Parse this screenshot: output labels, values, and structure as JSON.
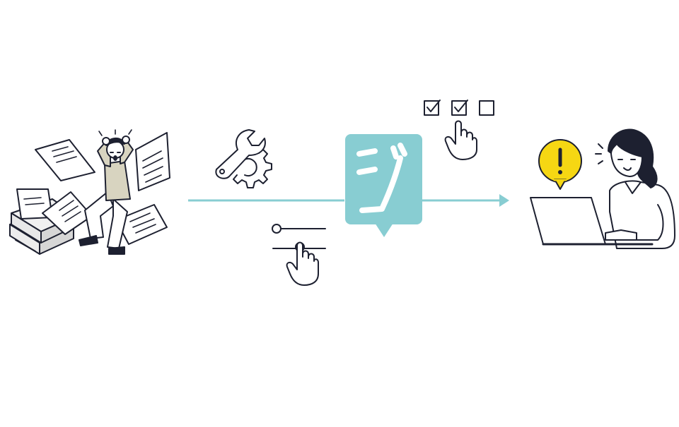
{
  "diagram": {
    "logo_text": "コジ",
    "stages": [
      {
        "id": "overwhelmed",
        "icon": "overwhelmed-person-with-papers-icon"
      },
      {
        "id": "configure",
        "icon": "wrench-gear-icon"
      },
      {
        "id": "adjust",
        "icon": "slider-hand-icon"
      },
      {
        "id": "select",
        "icon": "checklist-hand-icon"
      },
      {
        "id": "notified",
        "icon": "woman-laptop-alert-icon"
      }
    ],
    "checkboxes": [
      {
        "checked": true
      },
      {
        "checked": true
      },
      {
        "checked": false
      }
    ],
    "colors": {
      "accent": "#88cdd2",
      "ink": "#1d2030",
      "shirt": "#d8d4c0",
      "paper": "#ffffff",
      "alert": "#f6d713",
      "binder": "#e4e4e4"
    }
  }
}
